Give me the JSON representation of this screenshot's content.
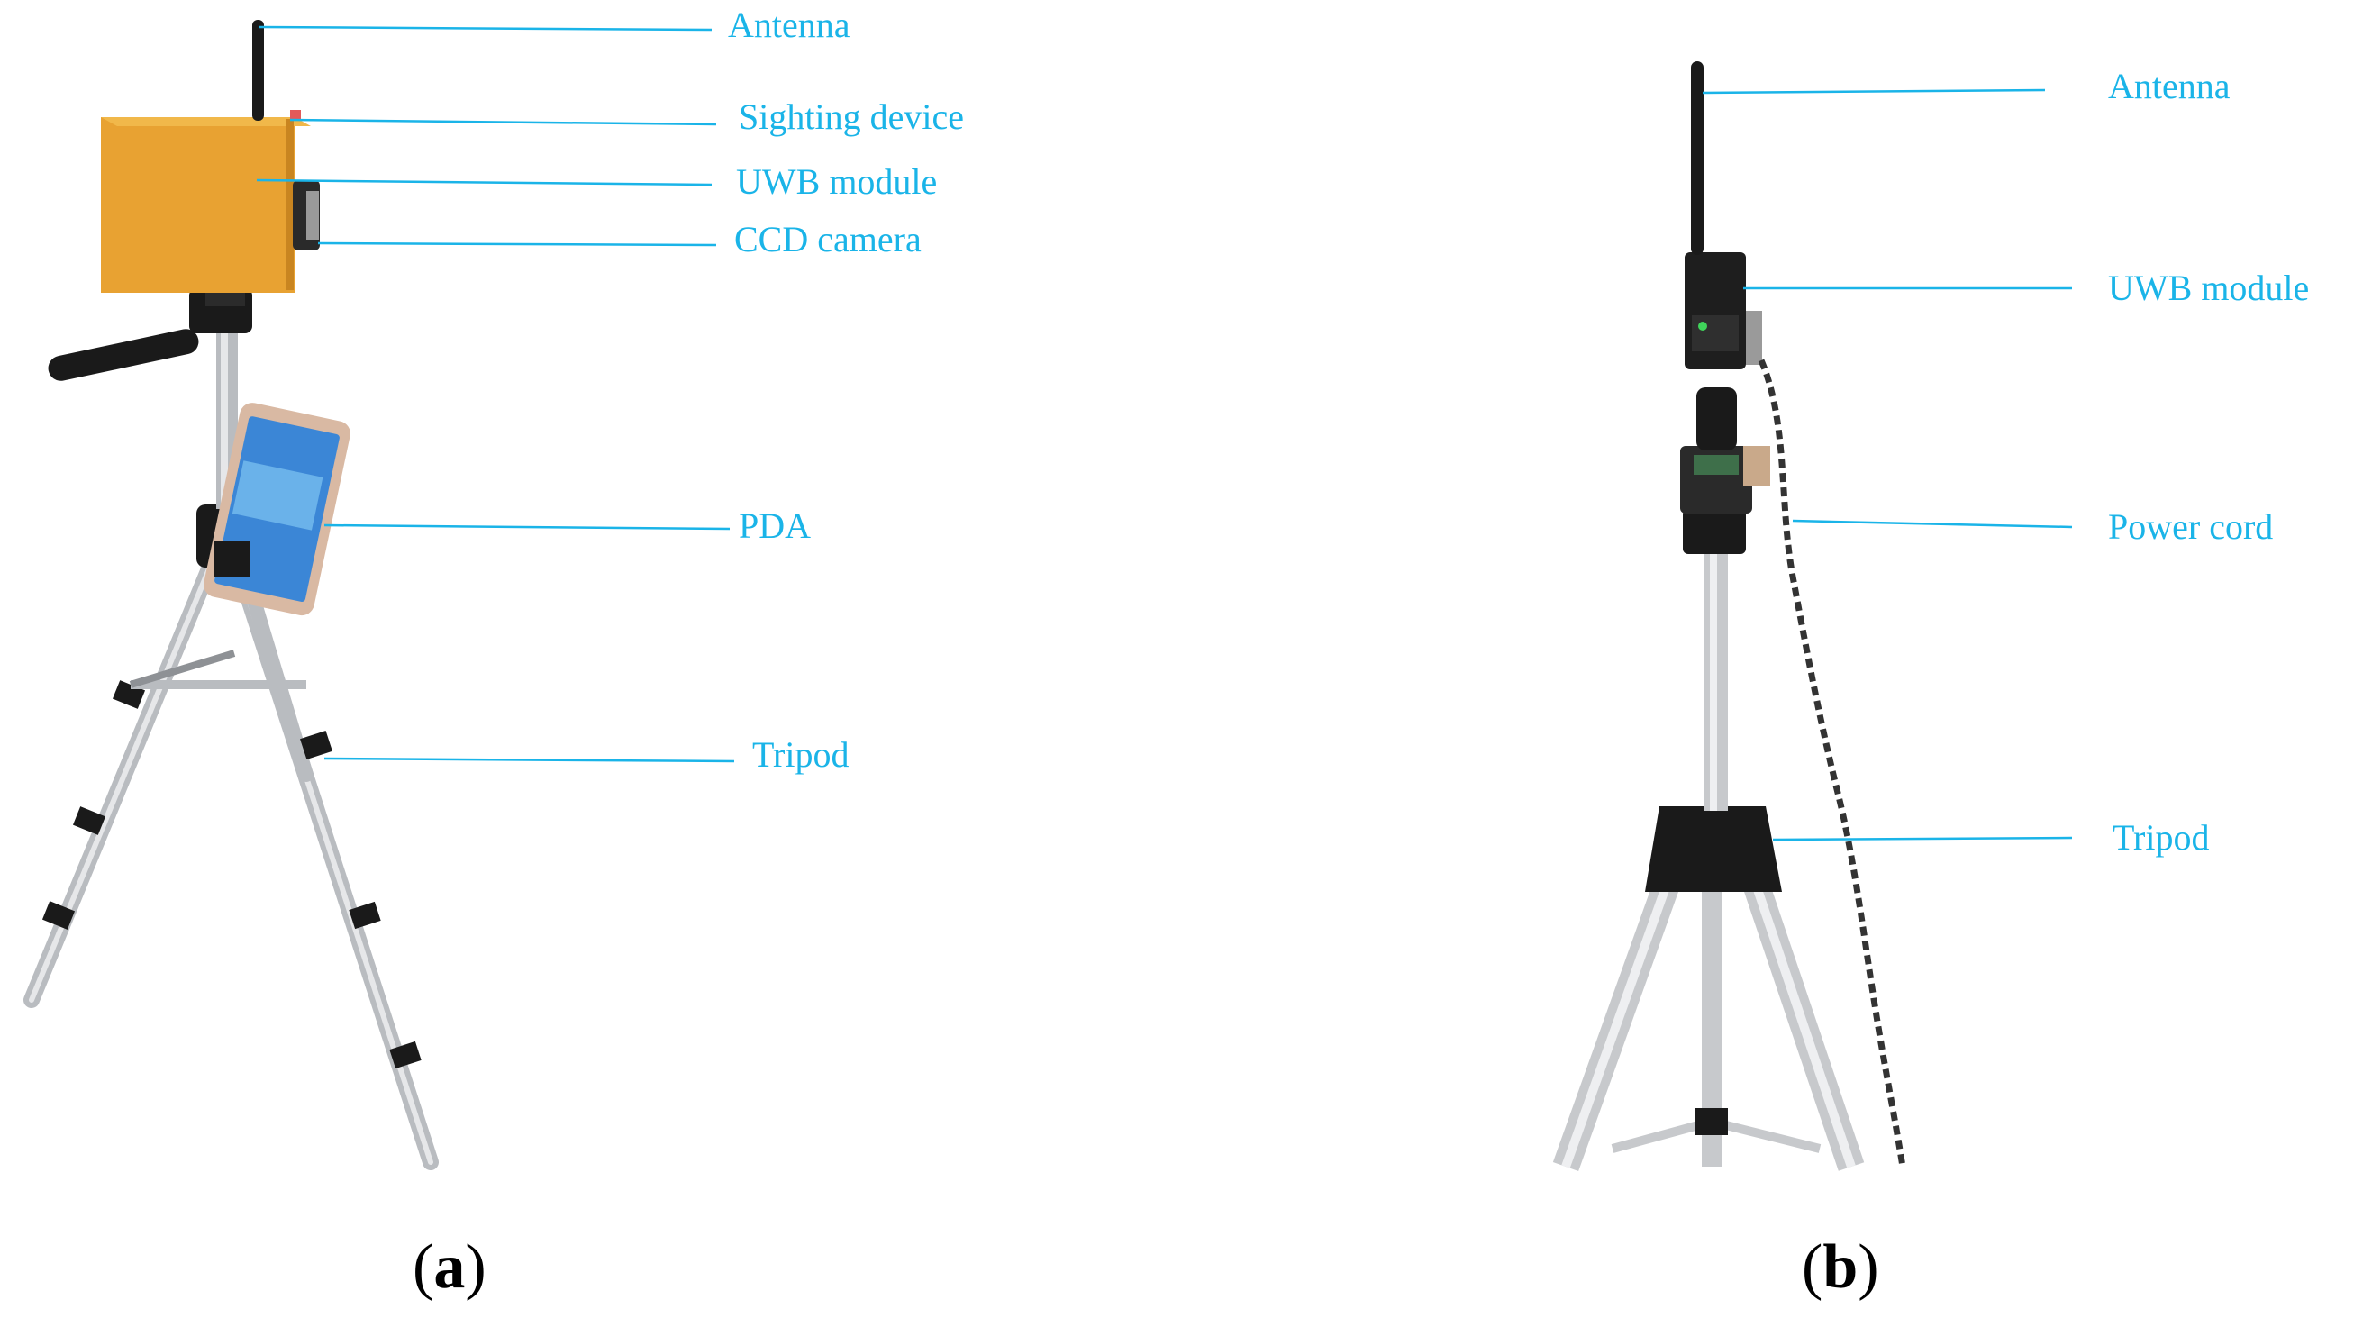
{
  "colors": {
    "callout": "#1ab4e8",
    "box": "#e8a232",
    "tripod_metal": "#c7c9cc",
    "tripod_dark": "#1a1a1a"
  },
  "panel_a": {
    "label_open": "(",
    "label_letter": "a",
    "label_close": ")",
    "callouts": {
      "antenna": "Antenna",
      "sighting_device": "Sighting device",
      "uwb_module": "UWB module",
      "ccd_camera": "CCD camera",
      "pda": "PDA",
      "tripod": "Tripod"
    }
  },
  "panel_b": {
    "label_open": "(",
    "label_letter": "b",
    "label_close": ")",
    "callouts": {
      "antenna": "Antenna",
      "uwb_module": "UWB module",
      "power_cord": "Power cord",
      "tripod": "Tripod"
    }
  }
}
